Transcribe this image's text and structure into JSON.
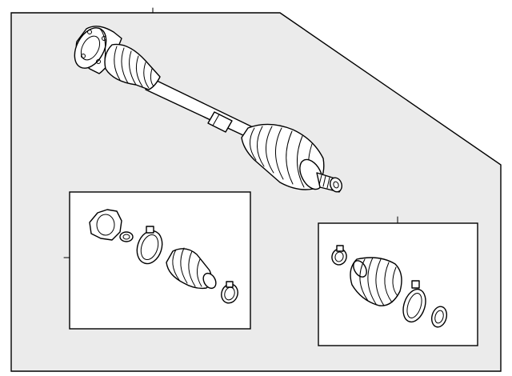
{
  "diagram": {
    "background_color": "#ebebeb",
    "line_color": "#000000",
    "panel_color": "#ffffff",
    "main_assembly": "axle-shaft-assembly",
    "subpanels": [
      {
        "name": "inner-joint-boot-kit",
        "parts": [
          "gasket",
          "snap-ring",
          "large-clamp",
          "inner-boot",
          "small-clamp"
        ]
      },
      {
        "name": "outer-joint-boot-kit",
        "parts": [
          "small-clamp",
          "outer-boot",
          "large-clamp",
          "snap-ring"
        ]
      }
    ]
  }
}
